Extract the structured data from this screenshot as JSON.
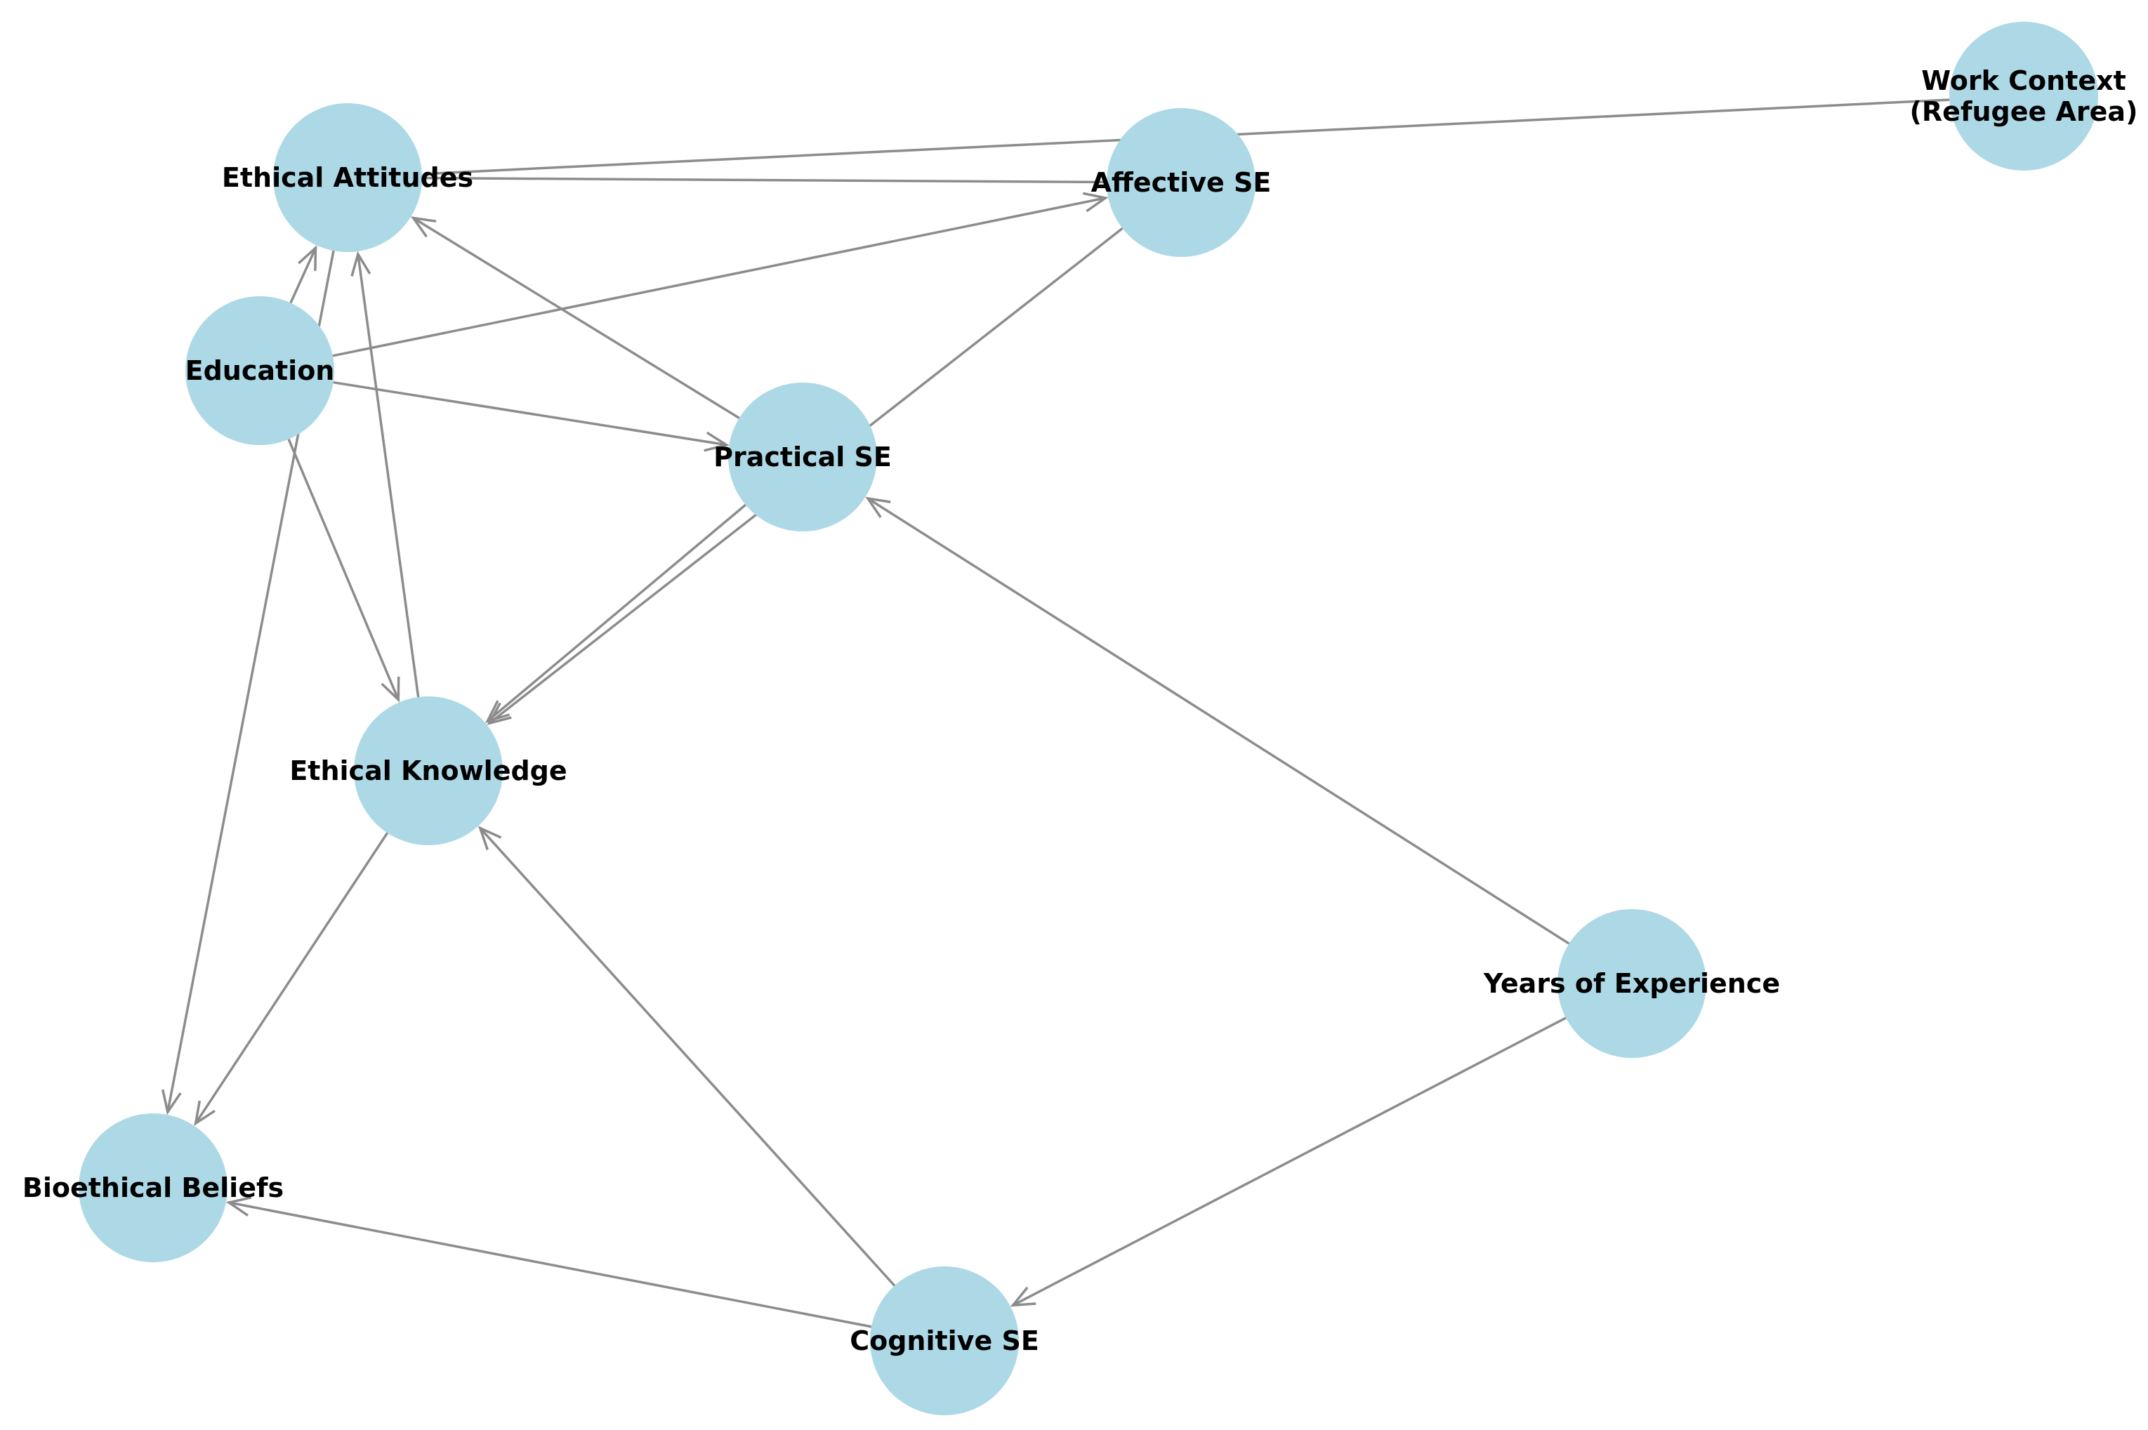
{
  "diagram": {
    "node_color": "#add8e6",
    "edge_color": "#8c8c8c",
    "label_color": "#000000",
    "nodes": [
      {
        "id": "ethical_attitudes",
        "lines": [
          "Ethical Attitudes"
        ]
      },
      {
        "id": "affective_se",
        "lines": [
          "Affective SE"
        ]
      },
      {
        "id": "work_context",
        "lines": [
          "Work Context",
          "(Refugee Area)"
        ]
      },
      {
        "id": "education",
        "lines": [
          "Education"
        ]
      },
      {
        "id": "practical_se",
        "lines": [
          "Practical SE"
        ]
      },
      {
        "id": "ethical_knowledge",
        "lines": [
          "Ethical Knowledge"
        ]
      },
      {
        "id": "years_of_experience",
        "lines": [
          "Years of Experience"
        ]
      },
      {
        "id": "bioethical_beliefs",
        "lines": [
          "Bioethical Beliefs"
        ]
      },
      {
        "id": "cognitive_se",
        "lines": [
          "Cognitive SE"
        ]
      }
    ],
    "edges": [
      {
        "from": "work_context",
        "to": "ethical_attitudes",
        "arrow": false
      },
      {
        "from": "ethical_attitudes",
        "to": "affective_se",
        "arrow": false
      },
      {
        "from": "education",
        "to": "ethical_attitudes",
        "arrow": true
      },
      {
        "from": "education",
        "to": "affective_se",
        "arrow": true
      },
      {
        "from": "education",
        "to": "practical_se",
        "arrow": true
      },
      {
        "from": "education",
        "to": "ethical_knowledge",
        "arrow": true
      },
      {
        "from": "ethical_attitudes",
        "to": "bioethical_beliefs",
        "arrow": true
      },
      {
        "from": "practical_se",
        "to": "ethical_attitudes",
        "arrow": true
      },
      {
        "from": "affective_se",
        "to": "ethical_knowledge",
        "arrow": true
      },
      {
        "from": "practical_se",
        "to": "ethical_knowledge",
        "arrow": true
      },
      {
        "from": "ethical_knowledge",
        "to": "ethical_attitudes",
        "arrow": true
      },
      {
        "from": "ethical_knowledge",
        "to": "bioethical_beliefs",
        "arrow": true
      },
      {
        "from": "years_of_experience",
        "to": "practical_se",
        "arrow": true
      },
      {
        "from": "years_of_experience",
        "to": "cognitive_se",
        "arrow": true
      },
      {
        "from": "cognitive_se",
        "to": "ethical_knowledge",
        "arrow": true
      },
      {
        "from": "cognitive_se",
        "to": "bioethical_beliefs",
        "arrow": true
      }
    ]
  }
}
